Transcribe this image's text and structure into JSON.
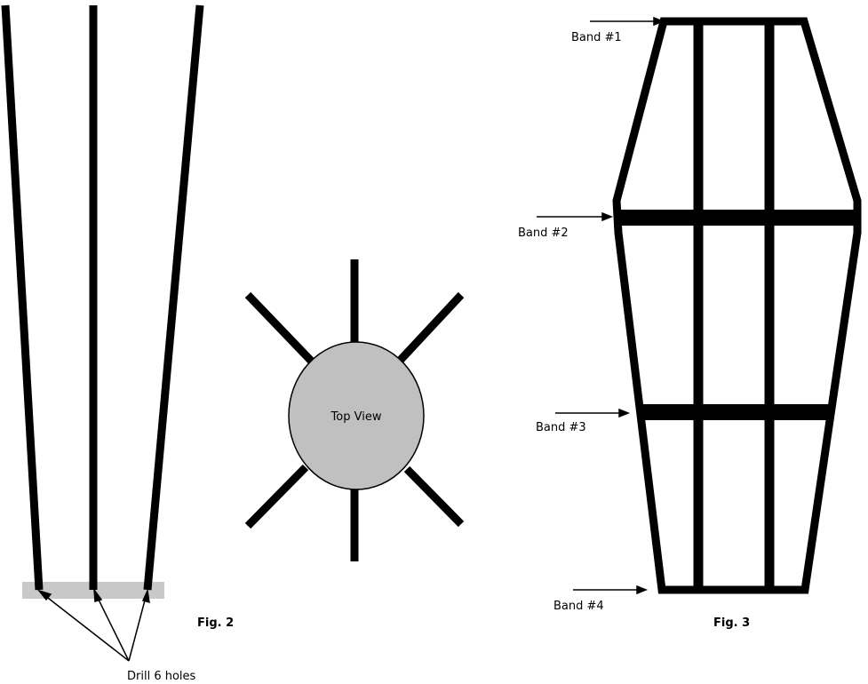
{
  "fig2": {
    "caption": "Fig. 2",
    "callout": "Drill 6 holes"
  },
  "top_view": {
    "label": "Top View"
  },
  "fig3": {
    "caption": "Fig. 3",
    "bands": [
      "Band #1",
      "Band #2",
      "Band #3",
      "Band #4"
    ]
  },
  "colors": {
    "ink": "#000000",
    "fill_gray": "#c0c0c0",
    "base_strip": "#c8c8c8",
    "background": "#ffffff"
  }
}
